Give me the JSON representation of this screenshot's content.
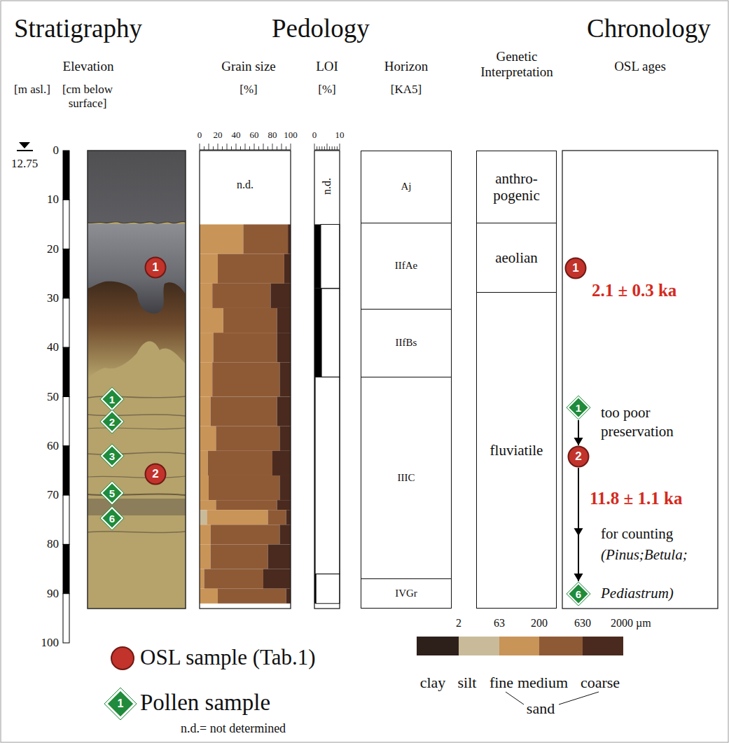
{
  "diagram": {
    "nodes": [
      {
        "text": [
          "1"
        ]
      },
      {
        "text": [
          "1"
        ]
      },
      {
        "text": [
          "2"
        ]
      },
      {
        "text": [
          "3"
        ]
      },
      {
        "text": [
          "2"
        ]
      },
      {
        "text": [
          "5"
        ]
      },
      {
        "text": [
          "6"
        ]
      },
      {
        "text": [
          "Aj"
        ]
      },
      {
        "text": [
          "IIfAe"
        ]
      },
      {
        "text": [
          "IIfBs"
        ]
      },
      {
        "text": [
          "IIIC"
        ]
      },
      {
        "text": [
          "IVGr"
        ]
      },
      {
        "text": [
          "anthro- pogenic"
        ]
      },
      {
        "text": [
          "aeolian"
        ]
      },
      {
        "text": [
          "fluviatile"
        ]
      },
      {
        "text": [
          "1"
        ]
      },
      {
        "text": [
          "1"
        ]
      },
      {
        "text": [
          "2"
        ]
      },
      {
        "text": [
          "6"
        ]
      }
    ],
    "edges": [
      {
        "from": 16,
        "to": 17,
        "arrow": "to"
      },
      {
        "from": 17,
        "to": 18,
        "arrow": "to"
      }
    ],
    "labels": [
      "Stratigraphy",
      "Pedology",
      "Chronology",
      "Elevation",
      "[m asl.]",
      "[cm below surface]",
      "12.75",
      "0",
      "10",
      "20",
      "30",
      "40",
      "50",
      "60",
      "70",
      "80",
      "90",
      "100",
      "Grain size",
      "[%]",
      "0",
      "20",
      "40",
      "60",
      "80",
      "100",
      "n.d.",
      "LOI",
      "[%]",
      "0",
      "10",
      "n.d.",
      "Horizon",
      "[KA5]",
      "Genetic Interpretation",
      "OSL ages",
      "2.1 ± 0.3 ka",
      "too poor preservation",
      "11.8 ± 1.1 ka",
      "for counting",
      "(Pinus;Betula;",
      "Pediastrum)",
      "2",
      "63",
      "200",
      "630",
      "2000 µm",
      "sand",
      "1",
      "n.d.= not determined"
    ],
    "legend": [
      {
        "text": "OSL sample (Tab.1)"
      },
      {
        "text": "Pollen sample"
      },
      {
        "text": "clay",
        "color": "#2d1f1a"
      },
      {
        "text": "silt",
        "color": "#c9bb9a"
      },
      {
        "text": "fine",
        "color": "#c99458"
      },
      {
        "text": "medium",
        "color": "#8e5a36"
      },
      {
        "text": "coarse",
        "color": "#4a2a1e"
      }
    ]
  }
}
